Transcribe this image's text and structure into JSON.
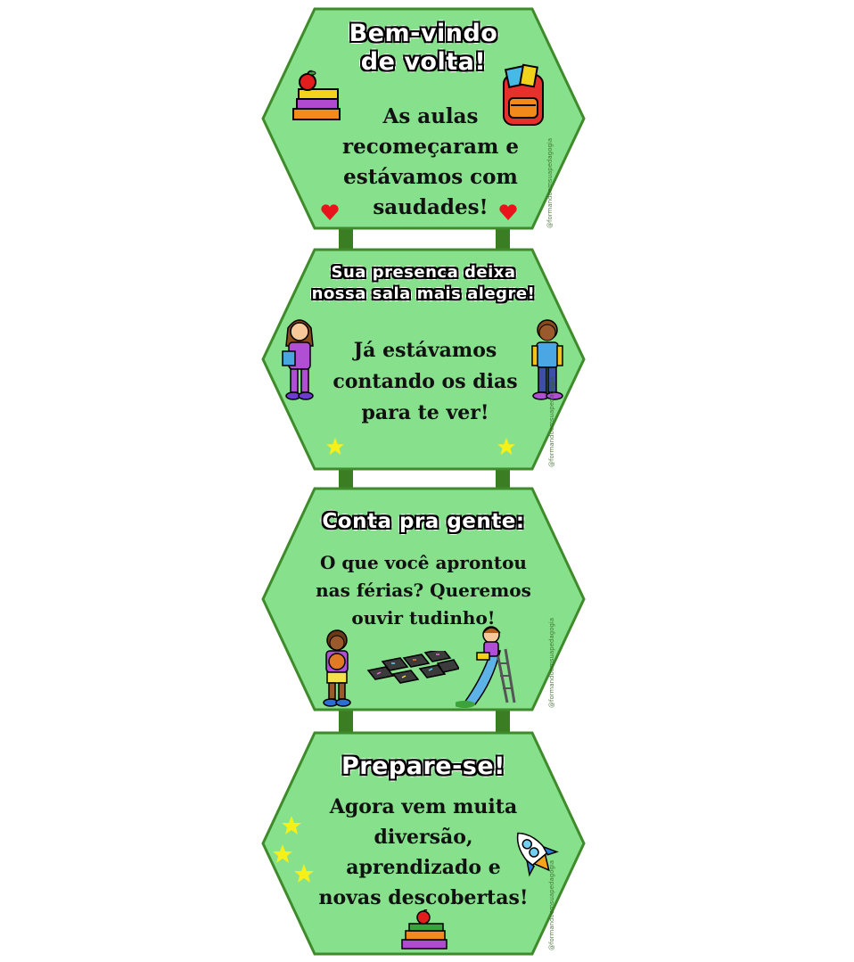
{
  "cards": [
    {
      "title_lines": [
        "Bem-vindo",
        "de volta!"
      ],
      "body_lines": [
        "As aulas",
        "recomeçaram e",
        "estávamos com",
        "saudades!"
      ],
      "decorations": [
        "books-apple-icon",
        "backpack-icon",
        "heart-icon",
        "heart-icon"
      ]
    },
    {
      "title_lines": [
        "Sua presenca deixa",
        "nossa sala mais alegre!"
      ],
      "body_lines": [
        "Já estávamos",
        "contando os dias",
        "para te ver!"
      ],
      "decorations": [
        "girl-student-icon",
        "boy-student-icon",
        "star-icon",
        "star-icon"
      ]
    },
    {
      "title_lines": [
        "Conta pra gente:"
      ],
      "body_lines": [
        "O que você aprontou",
        "nas férias? Queremos",
        "ouvir tudinho!"
      ],
      "decorations": [
        "boy-basketball-icon",
        "hopscotch-icon",
        "girl-slide-icon"
      ]
    },
    {
      "title_lines": [
        "Prepare-se!"
      ],
      "body_lines": [
        "Agora vem muita",
        "diversão,",
        "aprendizado e",
        "novas descobertas!"
      ],
      "decorations": [
        "star-icon",
        "star-icon",
        "star-icon",
        "rocket-icon",
        "books-apple-icon"
      ]
    }
  ],
  "watermark": "@formandoemsuapedagogia",
  "colors": {
    "card_fill": "#86e08c",
    "card_stroke": "#3f8a2b",
    "connector": "#3a7d22",
    "heart": "#e8131b",
    "star": "#f6f019"
  }
}
